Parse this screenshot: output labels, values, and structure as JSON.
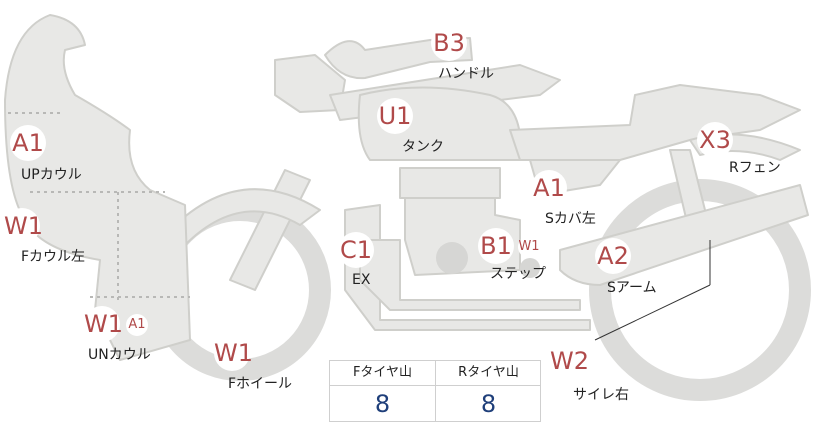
{
  "colors": {
    "body_fill": "#e8e8e6",
    "body_stroke": "#cfcfcb",
    "marker_text": "#b04a4a",
    "value_text": "#1f3f7a"
  },
  "markers": [
    {
      "name": "marker-b3",
      "code": "B3",
      "size": "big"
    },
    {
      "name": "marker-u1",
      "code": "U1",
      "size": "big"
    },
    {
      "name": "marker-a1-upper-cowl",
      "code": "A1",
      "size": "big"
    },
    {
      "name": "marker-x3",
      "code": "X3",
      "size": "big"
    },
    {
      "name": "marker-a1-side-cover",
      "code": "A1",
      "size": "big"
    },
    {
      "name": "marker-w1-f-cowl",
      "code": "W1",
      "size": "big"
    },
    {
      "name": "marker-c1",
      "code": "C1",
      "size": "big"
    },
    {
      "name": "marker-b1",
      "code": "B1",
      "size": "big"
    },
    {
      "name": "marker-w1-step",
      "code": "W1",
      "size": "small"
    },
    {
      "name": "marker-a2",
      "code": "A2",
      "size": "big"
    },
    {
      "name": "marker-w1-un-cowl",
      "code": "W1",
      "size": "big"
    },
    {
      "name": "marker-a1-un-cowl",
      "code": "A1",
      "size": "small"
    },
    {
      "name": "marker-w1-f-wheel",
      "code": "W1",
      "size": "big"
    },
    {
      "name": "marker-w2",
      "code": "W2",
      "size": "big"
    }
  ],
  "labels": [
    {
      "name": "label-handle",
      "text": "ハンドル"
    },
    {
      "name": "label-tank",
      "text": "タンク"
    },
    {
      "name": "label-up-cowl",
      "text": "UPカウル"
    },
    {
      "name": "label-r-fender",
      "text": "Rフェン"
    },
    {
      "name": "label-side-cover-left",
      "text": "Sカバ左"
    },
    {
      "name": "label-f-cowl-left",
      "text": "Fカウル左"
    },
    {
      "name": "label-ex",
      "text": "EX"
    },
    {
      "name": "label-step",
      "text": "ステップ"
    },
    {
      "name": "label-swing-arm",
      "text": "Sアーム"
    },
    {
      "name": "label-un-cowl",
      "text": "UNカウル"
    },
    {
      "name": "label-f-wheel",
      "text": "Fホイール"
    },
    {
      "name": "label-silencer-right",
      "text": "サイレ右"
    }
  ],
  "tread": {
    "front": {
      "header": "Fタイヤ山",
      "value": "8"
    },
    "rear": {
      "header": "Rタイヤ山",
      "value": "8"
    }
  }
}
